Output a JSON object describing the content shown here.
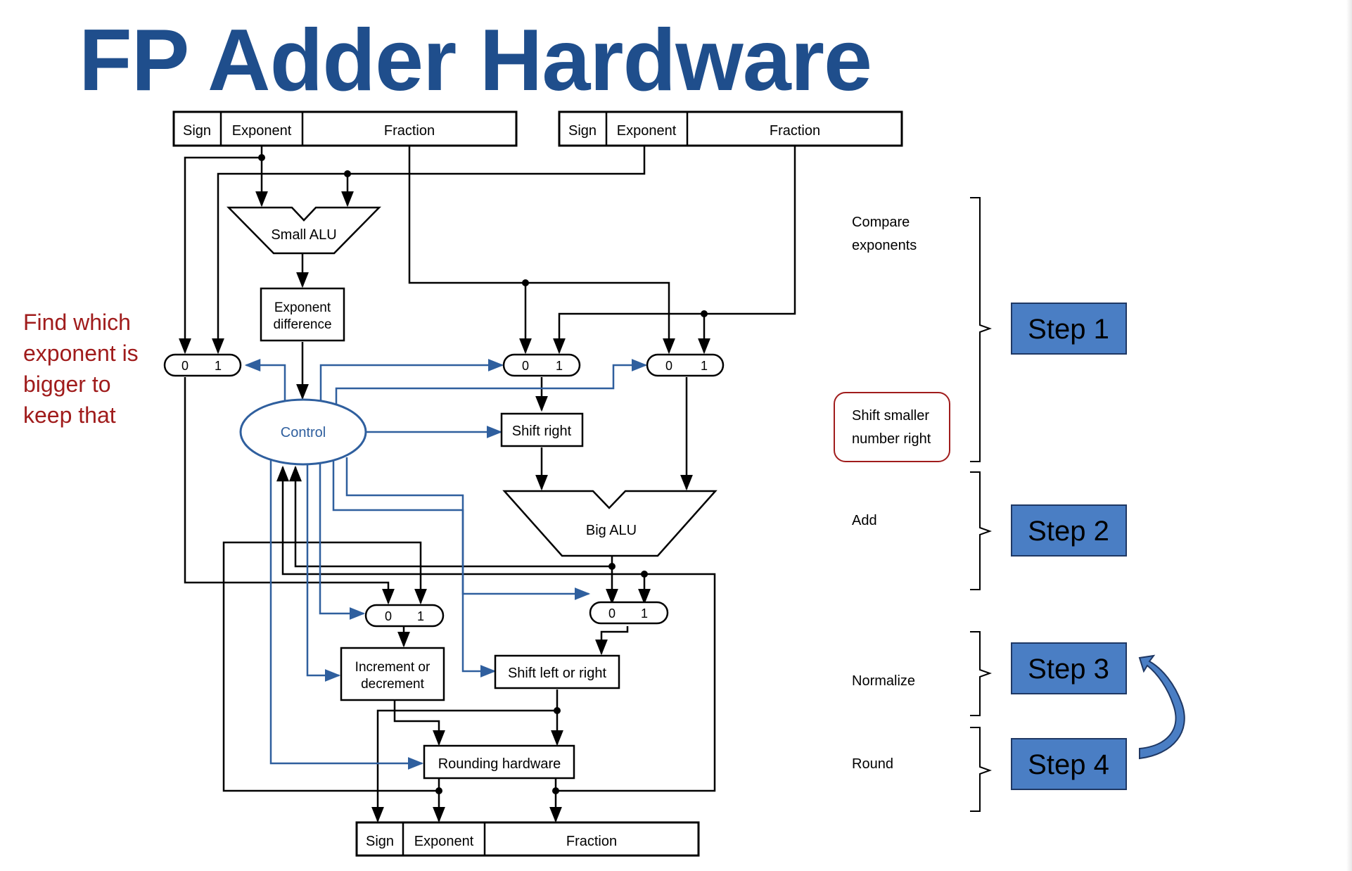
{
  "title": "FP Adder Hardware",
  "note": [
    "Find which",
    "exponent is",
    "bigger to",
    "keep that"
  ],
  "fields": {
    "sign": "Sign",
    "exponent": "Exponent",
    "fraction": "Fraction"
  },
  "mux": {
    "zero": "0",
    "one": "1"
  },
  "blocks": {
    "small_alu": "Small ALU",
    "exp_diff": [
      "Exponent",
      "difference"
    ],
    "control": "Control",
    "shift_right": "Shift right",
    "big_alu": "Big ALU",
    "inc_dec": [
      "Increment or",
      "decrement"
    ],
    "shift_lr": "Shift left or right",
    "rounding": "Rounding hardware"
  },
  "stage_labels": {
    "compare": [
      "Compare",
      "exponents"
    ],
    "shift": [
      "Shift smaller",
      "number right"
    ],
    "add": "Add",
    "normalize": "Normalize",
    "round": "Round"
  },
  "steps": [
    "Step 1",
    "Step 2",
    "Step 3",
    "Step 4"
  ],
  "colors": {
    "title": "#1f4e8c",
    "note": "#a01c1c",
    "control_blue": "#2f5f9e",
    "step_fill": "#4a7ec4",
    "step_border": "#1f3864",
    "highlight_border": "#a01c1c"
  }
}
